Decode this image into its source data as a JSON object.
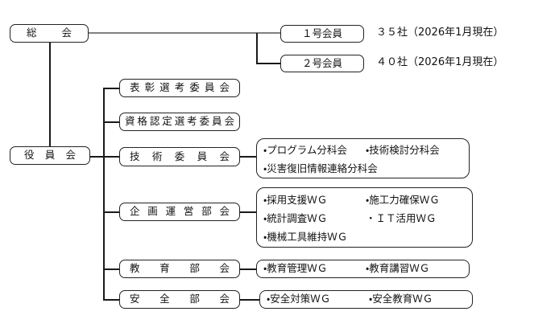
{
  "diagram": {
    "root": {
      "label": "総会"
    },
    "board": {
      "label": "役員会"
    },
    "members": [
      {
        "label": "１号会員",
        "note": "３５社（2026年1月現在）"
      },
      {
        "label": "２号会員",
        "note": "４０社（2026年1月現在）"
      }
    ],
    "committees": [
      {
        "label": "表彰選考委員会"
      },
      {
        "label": "資格認定選考委員会"
      },
      {
        "label": "技術委員会"
      },
      {
        "label": "企画運営部会"
      },
      {
        "label": "教育部会"
      },
      {
        "label": "安全部会"
      }
    ],
    "subgroups": {
      "technical": {
        "rows": [
          {
            "c1": "・プログラム分科会",
            "c2": "・技術検討分科会"
          },
          {
            "c1": "・災害復旧情報連絡分科会",
            "c2": ""
          }
        ]
      },
      "planning": {
        "rows": [
          {
            "c1": "・採用支援ＷＧ",
            "c2": "・施工力確保ＷＧ"
          },
          {
            "c1": "・統計調査ＷＧ",
            "c2": "・ＩＴ活用ＷＧ"
          },
          {
            "c1": "・機械工具維持ＷＧ",
            "c2": ""
          }
        ]
      },
      "education": {
        "rows": [
          {
            "c1": "・教育管理ＷＧ",
            "c2": "・教育講習ＷＧ"
          }
        ]
      },
      "safety": {
        "rows": [
          {
            "c1": "・安全対策ＷＧ",
            "c2": "・安全教育ＷＧ"
          }
        ]
      }
    }
  }
}
